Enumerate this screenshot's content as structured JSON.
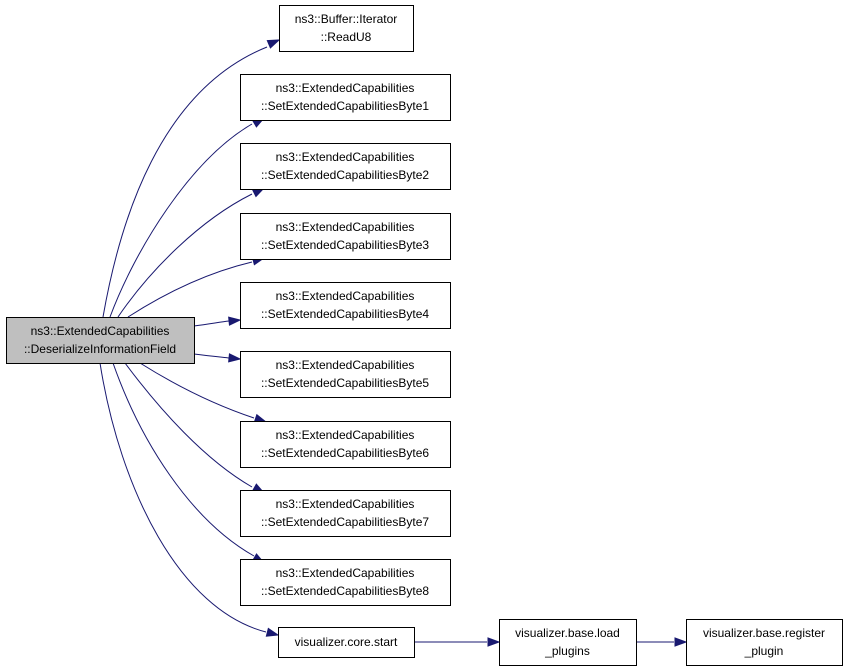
{
  "graph": {
    "colors": {
      "edge": "#191970",
      "root_fill": "#bfbfbf",
      "node_fill": "#ffffff",
      "node_border": "#000000"
    },
    "root": {
      "id": "root",
      "lines": [
        "ns3::ExtendedCapabilities",
        "::DeserializeInformationField"
      ]
    },
    "nodes": [
      {
        "id": "readu8",
        "lines": [
          "ns3::Buffer::Iterator",
          "::ReadU8"
        ]
      },
      {
        "id": "byte1",
        "lines": [
          "ns3::ExtendedCapabilities",
          "::SetExtendedCapabilitiesByte1"
        ]
      },
      {
        "id": "byte2",
        "lines": [
          "ns3::ExtendedCapabilities",
          "::SetExtendedCapabilitiesByte2"
        ]
      },
      {
        "id": "byte3",
        "lines": [
          "ns3::ExtendedCapabilities",
          "::SetExtendedCapabilitiesByte3"
        ]
      },
      {
        "id": "byte4",
        "lines": [
          "ns3::ExtendedCapabilities",
          "::SetExtendedCapabilitiesByte4"
        ]
      },
      {
        "id": "byte5",
        "lines": [
          "ns3::ExtendedCapabilities",
          "::SetExtendedCapabilitiesByte5"
        ]
      },
      {
        "id": "byte6",
        "lines": [
          "ns3::ExtendedCapabilities",
          "::SetExtendedCapabilitiesByte6"
        ]
      },
      {
        "id": "byte7",
        "lines": [
          "ns3::ExtendedCapabilities",
          "::SetExtendedCapabilitiesByte7"
        ]
      },
      {
        "id": "byte8",
        "lines": [
          "ns3::ExtendedCapabilities",
          "::SetExtendedCapabilitiesByte8"
        ]
      },
      {
        "id": "vizstart",
        "lines": [
          "visualizer.core.start"
        ]
      },
      {
        "id": "loadplugins",
        "lines": [
          "visualizer.base.load",
          "_plugins"
        ]
      },
      {
        "id": "registerplugin",
        "lines": [
          "visualizer.base.register",
          "_plugin"
        ]
      }
    ],
    "edges": [
      {
        "from": "root",
        "to": "readu8"
      },
      {
        "from": "root",
        "to": "byte1"
      },
      {
        "from": "root",
        "to": "byte2"
      },
      {
        "from": "root",
        "to": "byte3"
      },
      {
        "from": "root",
        "to": "byte4"
      },
      {
        "from": "root",
        "to": "byte5"
      },
      {
        "from": "root",
        "to": "byte6"
      },
      {
        "from": "root",
        "to": "byte7"
      },
      {
        "from": "root",
        "to": "byte8"
      },
      {
        "from": "root",
        "to": "vizstart"
      },
      {
        "from": "vizstart",
        "to": "loadplugins"
      },
      {
        "from": "loadplugins",
        "to": "registerplugin"
      }
    ]
  }
}
